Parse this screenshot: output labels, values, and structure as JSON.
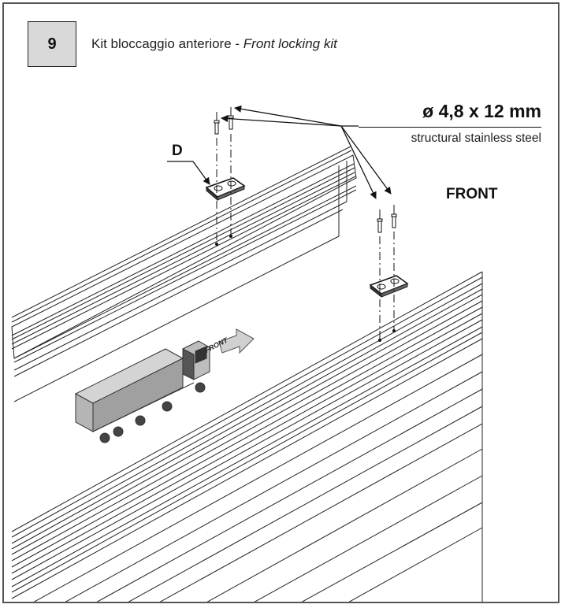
{
  "step": {
    "number": "9"
  },
  "title": {
    "main": "Kit bloccaggio anteriore",
    "separator": " - ",
    "translation": "Front locking kit"
  },
  "spec": {
    "size": "ø 4,8 x 12 mm",
    "material": "structural stainless steel"
  },
  "labels": {
    "front": "FRONT",
    "part": "D",
    "truck_front": "FRONT"
  },
  "colors": {
    "line": "#111111",
    "truck": "#9a9a9a",
    "box": "#d9d9d9"
  }
}
